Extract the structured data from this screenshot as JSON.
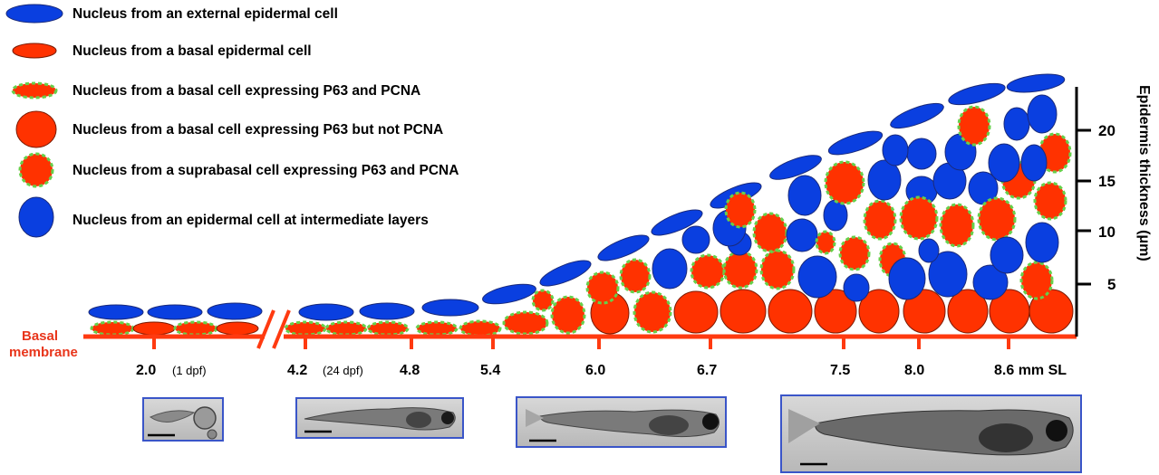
{
  "colors": {
    "blue_nucleus": "#0a3fe0",
    "red_nucleus": "#ff3200",
    "pcna_dots": "#66d04a",
    "membrane": "#ff3a10",
    "panel_border": "#3a55c8"
  },
  "legend": [
    {
      "type": "external-epidermal",
      "label": "Nucleus from an external epidermal cell"
    },
    {
      "type": "basal-epidermal",
      "label": "Nucleus from a basal epidermal cell"
    },
    {
      "type": "basal-p63-pcna",
      "label": "Nucleus from a basal cell expressing P63 and PCNA"
    },
    {
      "type": "basal-p63-no-pcna",
      "label": "Nucleus from a basal cell expressing P63 but not PCNA"
    },
    {
      "type": "suprabasal-p63-pcna",
      "label": "Nucleus from a suprabasal cell expressing P63 and PCNA"
    },
    {
      "type": "intermediate",
      "label": "Nucleus from an epidermal cell at intermediate layers"
    }
  ],
  "membrane_label": {
    "line1": "Basal",
    "line2": "membrane"
  },
  "stages": [
    {
      "value": "2.0",
      "note": "(1 dpf)"
    },
    {
      "value": "4.2",
      "note": "(24 dpf)"
    },
    {
      "value": "4.8",
      "note": ""
    },
    {
      "value": "5.4",
      "note": ""
    },
    {
      "value": "6.0",
      "note": ""
    },
    {
      "value": "6.7",
      "note": ""
    },
    {
      "value": "7.5",
      "note": ""
    },
    {
      "value": "8.0",
      "note": ""
    },
    {
      "value": "8.6 mm SL",
      "note": ""
    }
  ],
  "thickness_axis": {
    "title": "Epidermis thickness (μm)",
    "ticks": [
      "5",
      "10",
      "15",
      "20"
    ]
  },
  "photos": [
    {
      "name": "embryo-photo",
      "icon": "embryo-with-yolk"
    },
    {
      "name": "larva-photo-small",
      "icon": "larva"
    },
    {
      "name": "larva-photo-medium",
      "icon": "larva"
    },
    {
      "name": "larva-photo-large",
      "icon": "juvenile-fish"
    }
  ]
}
